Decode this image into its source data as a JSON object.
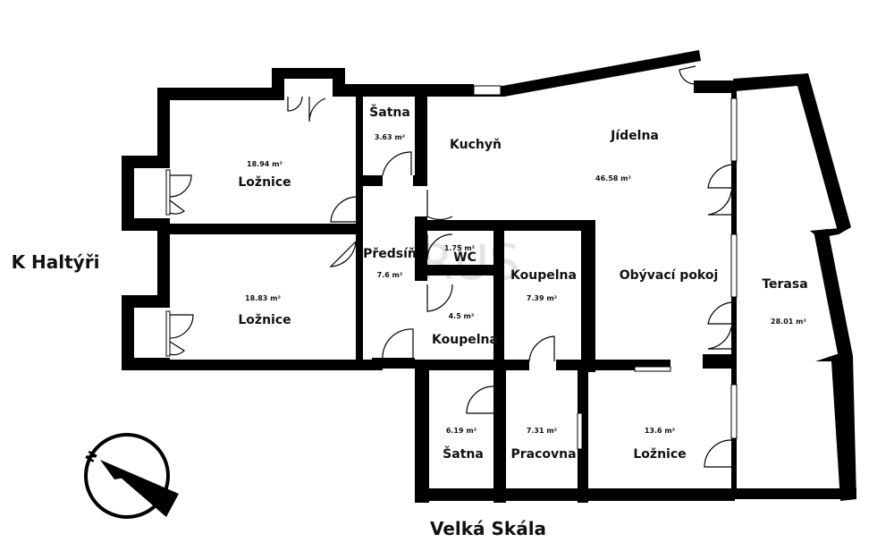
{
  "streets": {
    "west": "K Haltýři",
    "south": "Velká Skála"
  },
  "compass": {
    "label": "N"
  },
  "rooms": [
    {
      "id": "loznice-1",
      "name": "Ložnice",
      "area": "18.94 m²"
    },
    {
      "id": "satna-1",
      "name": "Šatna",
      "area": "3.63 m²"
    },
    {
      "id": "kuchyn",
      "name": "Kuchyň",
      "area": ""
    },
    {
      "id": "jidelna",
      "name": "Jídelna",
      "area": "46.58 m²"
    },
    {
      "id": "loznice-2",
      "name": "Ložnice",
      "area": "18.83 m²"
    },
    {
      "id": "predsin",
      "name": "Předsíň",
      "area": "7.6 m²"
    },
    {
      "id": "wc",
      "name": "WC",
      "area": "1.75 m²"
    },
    {
      "id": "koupelna-1",
      "name": "Koupelna",
      "area": "7.39 m²"
    },
    {
      "id": "obyvaci-pokoj",
      "name": "Obývací pokoj",
      "area": ""
    },
    {
      "id": "terasa",
      "name": "Terasa",
      "area": "28.01 m²"
    },
    {
      "id": "koupelna-2",
      "name": "Koupelna",
      "area": "4.5 m²"
    },
    {
      "id": "satna-2",
      "name": "Šatna",
      "area": "6.19 m²"
    },
    {
      "id": "pracovna",
      "name": "Pracovna",
      "area": "7.31 m²"
    },
    {
      "id": "loznice-3",
      "name": "Ložnice",
      "area": "13.6 m²"
    }
  ],
  "watermark": "RUS"
}
